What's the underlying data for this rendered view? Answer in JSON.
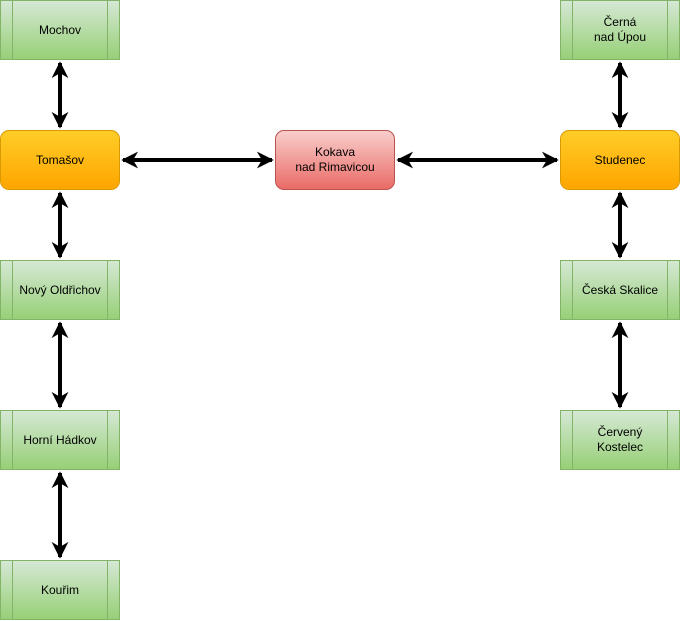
{
  "nodes": {
    "mochov": "Mochov",
    "tomasov": "Tomašov",
    "novy_oldrichov": "Nový Oldřichov",
    "horni_hadkov": "Horní Hádkov",
    "kourim": "Kouřim",
    "kokava": "Kokava\nnad Rimavicou",
    "cerna": "Černá\nnad Úpou",
    "studenec": "Studenec",
    "ceska_skalice": "Česká Skalice",
    "cerveny_kostelec": "Červený\nKostelec"
  },
  "colors": {
    "process_fill": "#d5e8d4",
    "process_gradient": "#97d077",
    "process_stroke": "#82b366",
    "hub_fill": "#ffcd28",
    "hub_gradient": "#ffa500",
    "hub_stroke": "#d79b00",
    "center_fill": "#f8cecc",
    "center_gradient": "#ea6b66",
    "center_stroke": "#b85450",
    "connector": "#000000"
  },
  "connections": [
    [
      "mochov",
      "tomasov"
    ],
    [
      "tomasov",
      "novy_oldrichov"
    ],
    [
      "novy_oldrichov",
      "horni_hadkov"
    ],
    [
      "horni_hadkov",
      "kourim"
    ],
    [
      "tomasov",
      "kokava"
    ],
    [
      "kokava",
      "studenec"
    ],
    [
      "cerna",
      "studenec"
    ],
    [
      "studenec",
      "ceska_skalice"
    ],
    [
      "ceska_skalice",
      "cerveny_kostelec"
    ]
  ]
}
